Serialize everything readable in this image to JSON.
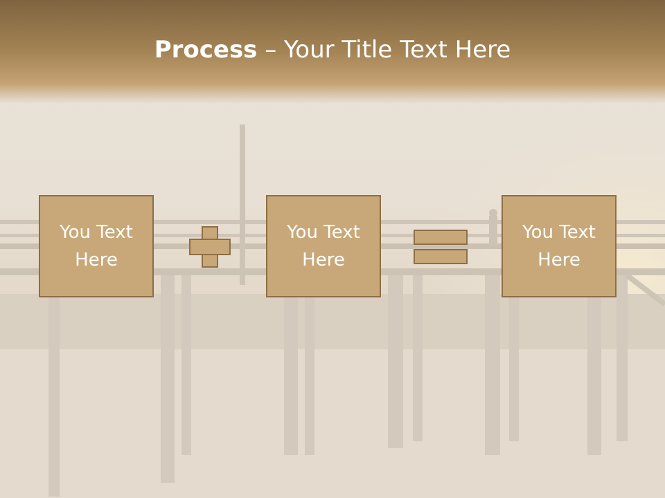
{
  "slide": {
    "title_bold": "Process",
    "title_rest": " – Your Title Text Here",
    "boxes": [
      {
        "text": "You Text Here"
      },
      {
        "text": "You Text Here"
      },
      {
        "text": "You Text Here"
      }
    ],
    "operators": [
      "plus-icon",
      "equals-icon"
    ]
  },
  "colors": {
    "header": "#a48455",
    "box_fill": "#c8a878",
    "box_border": "#8e6e45",
    "text": "#ffffff"
  }
}
